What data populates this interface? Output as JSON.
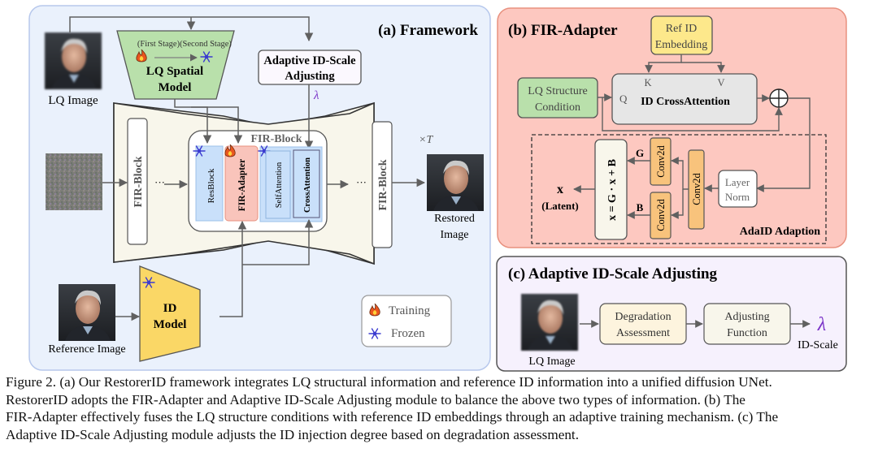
{
  "colors": {
    "panel_a_bg": "#eaf1fc",
    "panel_a_border": "#b7c8ec",
    "panel_b_bg": "#fdc8c0",
    "panel_b_border": "#e8917f",
    "panel_c_bg": "#f6f1fd",
    "panel_c_border": "#555555",
    "lq_spatial_fill": "#b9e0ab",
    "id_model_fill": "#fad766",
    "unet_fill": "#f8f6eb",
    "resblock_fill": "#c9e0fa",
    "adapter_fill": "#f9c4bb",
    "attention_fill": "#c9e0fa",
    "conv_fill": "#f8c37c",
    "ref_embed_fill": "#fde88b",
    "lq_struct_fill": "#b9e0ab",
    "crossattn_fill": "#e6e6e6",
    "lambda_color": "#7a33c8",
    "arrow": "#606060"
  },
  "panel_a": {
    "title": "(a) Framework",
    "lq_image_label": "LQ Image",
    "lq_spatial": {
      "stage1": "(First Stage)",
      "stage2": "(Second Stage)",
      "line1": "LQ Spatial",
      "line2": "Model"
    },
    "adaptive_scale": {
      "line1": "Adaptive ID-Scale",
      "line2": "Adjusting"
    },
    "lambda": "λ",
    "fir_block_label": "FIR-Block",
    "fir_block_left": "FIR-Block",
    "fir_block_right": "FIR-Block",
    "ellipsis": "···",
    "inner": {
      "resblock": "ResBlock",
      "adapter": "FIR-Adapter",
      "self_attention": "SelfAttention",
      "cross_attention": "CrossAttention"
    },
    "times_t": "×T",
    "restored_line1": "Restored",
    "restored_line2": "Image",
    "id_model_line1": "ID",
    "id_model_line2": "Model",
    "reference_label": "Reference Image",
    "legend": {
      "training": "Training",
      "frozen": "Frozen"
    }
  },
  "panel_b": {
    "title": "(b) FIR-Adapter",
    "ref_id_line1": "Ref ID",
    "ref_id_line2": "Embedding",
    "lq_struct_line1": "LQ Structure",
    "lq_struct_line2": "Condition",
    "q": "Q",
    "k": "K",
    "v": "V",
    "cross_attention": "ID CrossAttention",
    "conv": "Conv2d",
    "g": "G",
    "b": "B",
    "formula": "x = G · x + B",
    "x": "x",
    "latent": "(Latent)",
    "layer_norm_line1": "Layer",
    "layer_norm_line2": "Norm",
    "adaid": "AdaID Adaption"
  },
  "panel_c": {
    "title": "(c) Adaptive ID-Scale Adjusting",
    "lq_image_label": "LQ Image",
    "degradation_line1": "Degradation",
    "degradation_line2": "Assessment",
    "adjusting_line1": "Adjusting",
    "adjusting_line2": "Function",
    "lambda": "λ",
    "id_scale": "ID-Scale"
  },
  "caption": {
    "line1": "Figure 2. (a) Our RestorerID framework integrates LQ structural information and reference ID information into a unified diffusion UNet.",
    "line2": "RestorerID adopts the FIR-Adapter and Adaptive ID-Scale Adjusting module to balance the above two types of information.  (b) The",
    "line3": "FIR-Adapter effectively fuses the LQ structure conditions with reference ID embeddings through an adaptive training mechanism. (c) The",
    "line4": "Adaptive ID-Scale Adjusting module adjusts the ID injection degree based on degradation assessment."
  }
}
